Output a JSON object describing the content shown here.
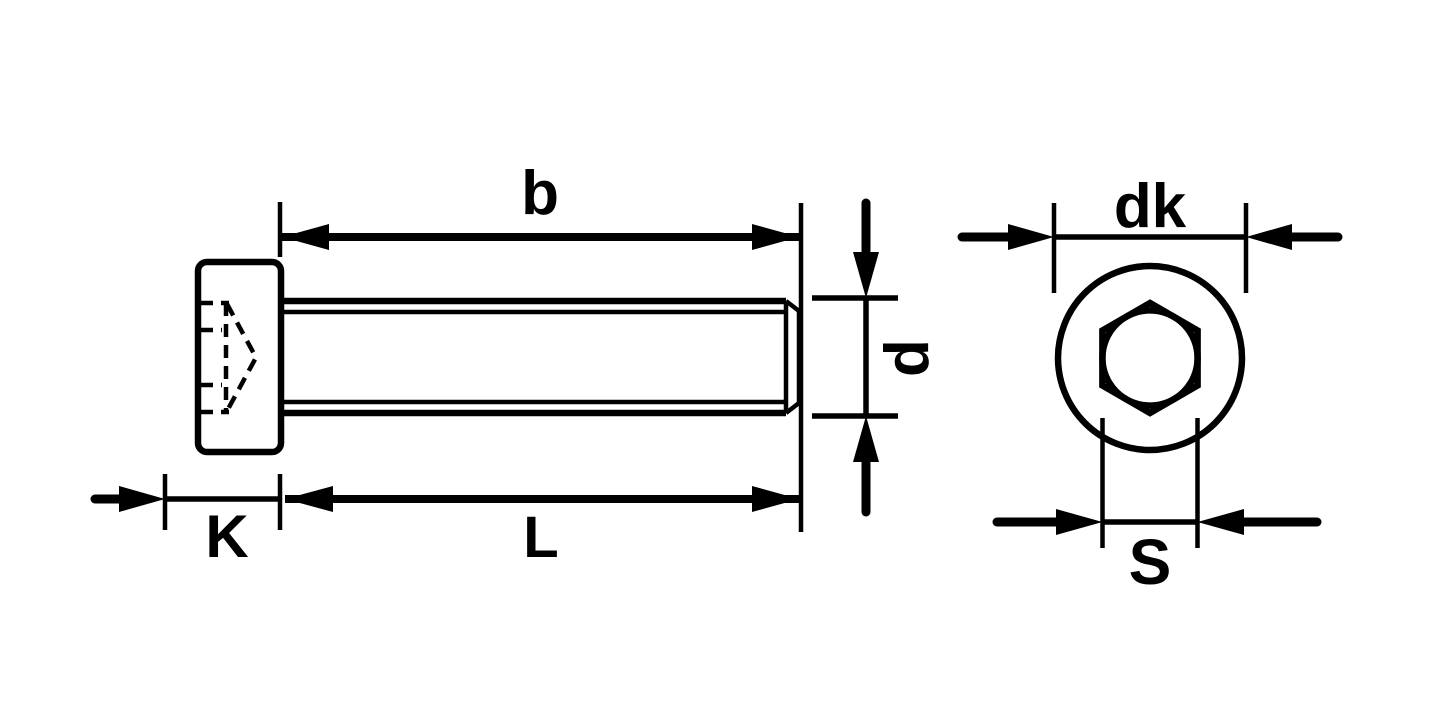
{
  "diagram": {
    "kind": "technical_drawing",
    "subject": "Socket head cap screw dimension diagram, side view and end view",
    "colors": {
      "line": "#000000",
      "background": "#ffffff"
    },
    "dimension_labels": {
      "thread_length": "b",
      "overall_length": "L",
      "head_height": "K",
      "thread_diameter": "d",
      "head_diameter": "dk",
      "hex_socket_size": "S"
    }
  }
}
